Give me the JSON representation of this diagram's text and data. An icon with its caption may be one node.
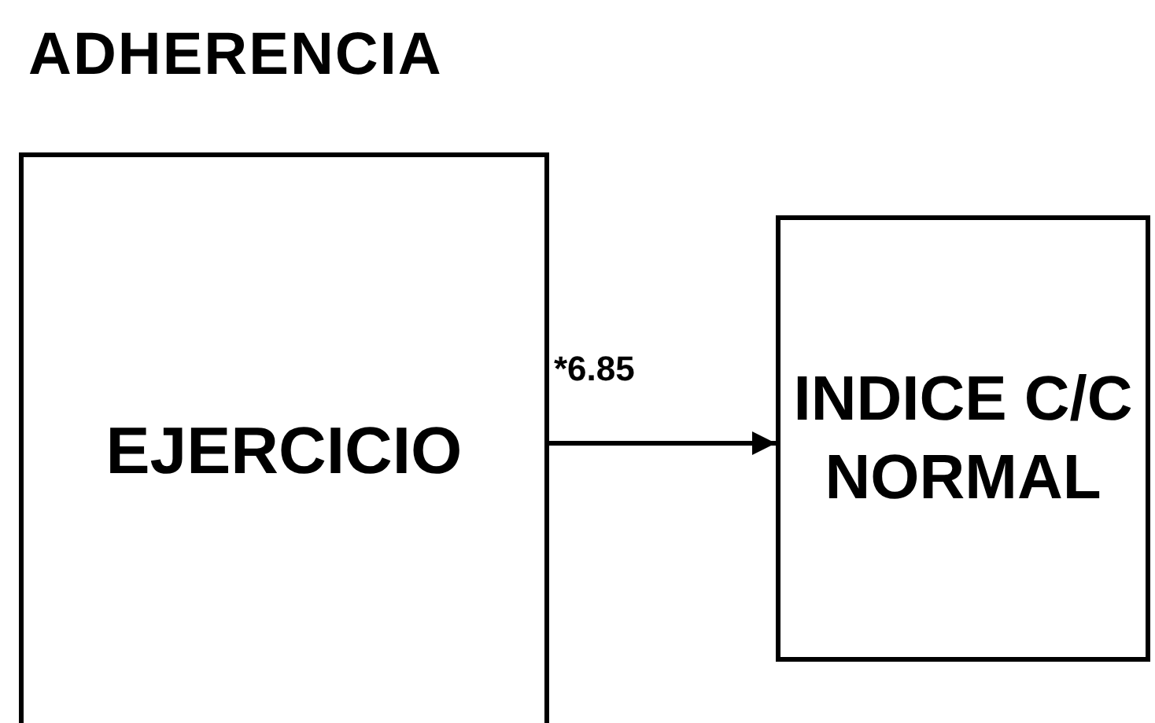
{
  "diagram": {
    "title": "ADHERENCIA",
    "nodes": [
      {
        "text": [
          "EJERCICIO"
        ]
      },
      {
        "text": [
          "INDICE C/C NORMAL"
        ]
      }
    ],
    "edges": [
      {
        "from": 0,
        "to": 1,
        "arrow": "to",
        "label": "*6.85"
      }
    ]
  }
}
